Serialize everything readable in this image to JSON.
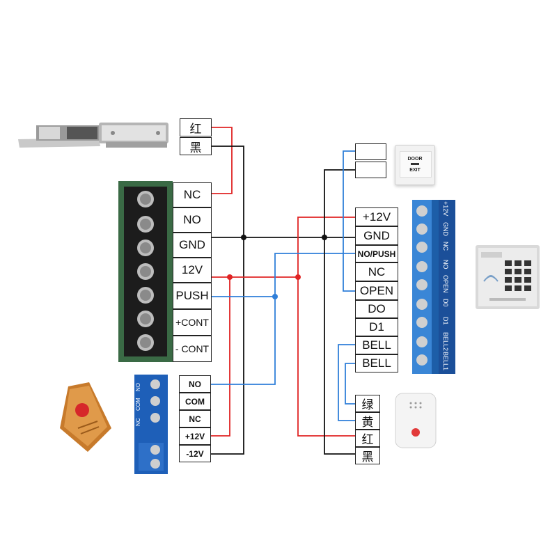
{
  "lock_wires": [
    "红",
    "黑"
  ],
  "power_terminals": [
    "NC",
    "NO",
    "GND",
    "12V",
    "PUSH",
    "+CONT",
    "- CONT"
  ],
  "remote_terminals": [
    "NO",
    "COM",
    "NC",
    "+12V",
    "-12V"
  ],
  "exit_button_wires": [
    "",
    ""
  ],
  "controller_terminals": [
    "+12V",
    "GND",
    "NO/PUSH",
    "NC",
    "OPEN",
    "DO",
    "D1",
    "BELL",
    "BELL"
  ],
  "bell_wires": [
    "绿",
    "黄",
    "红",
    "黑"
  ],
  "controller_strip_labels": [
    "+12V",
    "GND",
    "NC",
    "NO",
    "OPEN",
    "D0",
    "D1",
    "BELL2",
    "BELL1"
  ],
  "exit_button_label": [
    "DOOR",
    "EXIT"
  ],
  "remote_relay_labels": [
    "NO",
    "COM",
    "NC"
  ],
  "colors": {
    "red": "#e02424",
    "black": "#111111",
    "blue": "#2f7fd9"
  }
}
